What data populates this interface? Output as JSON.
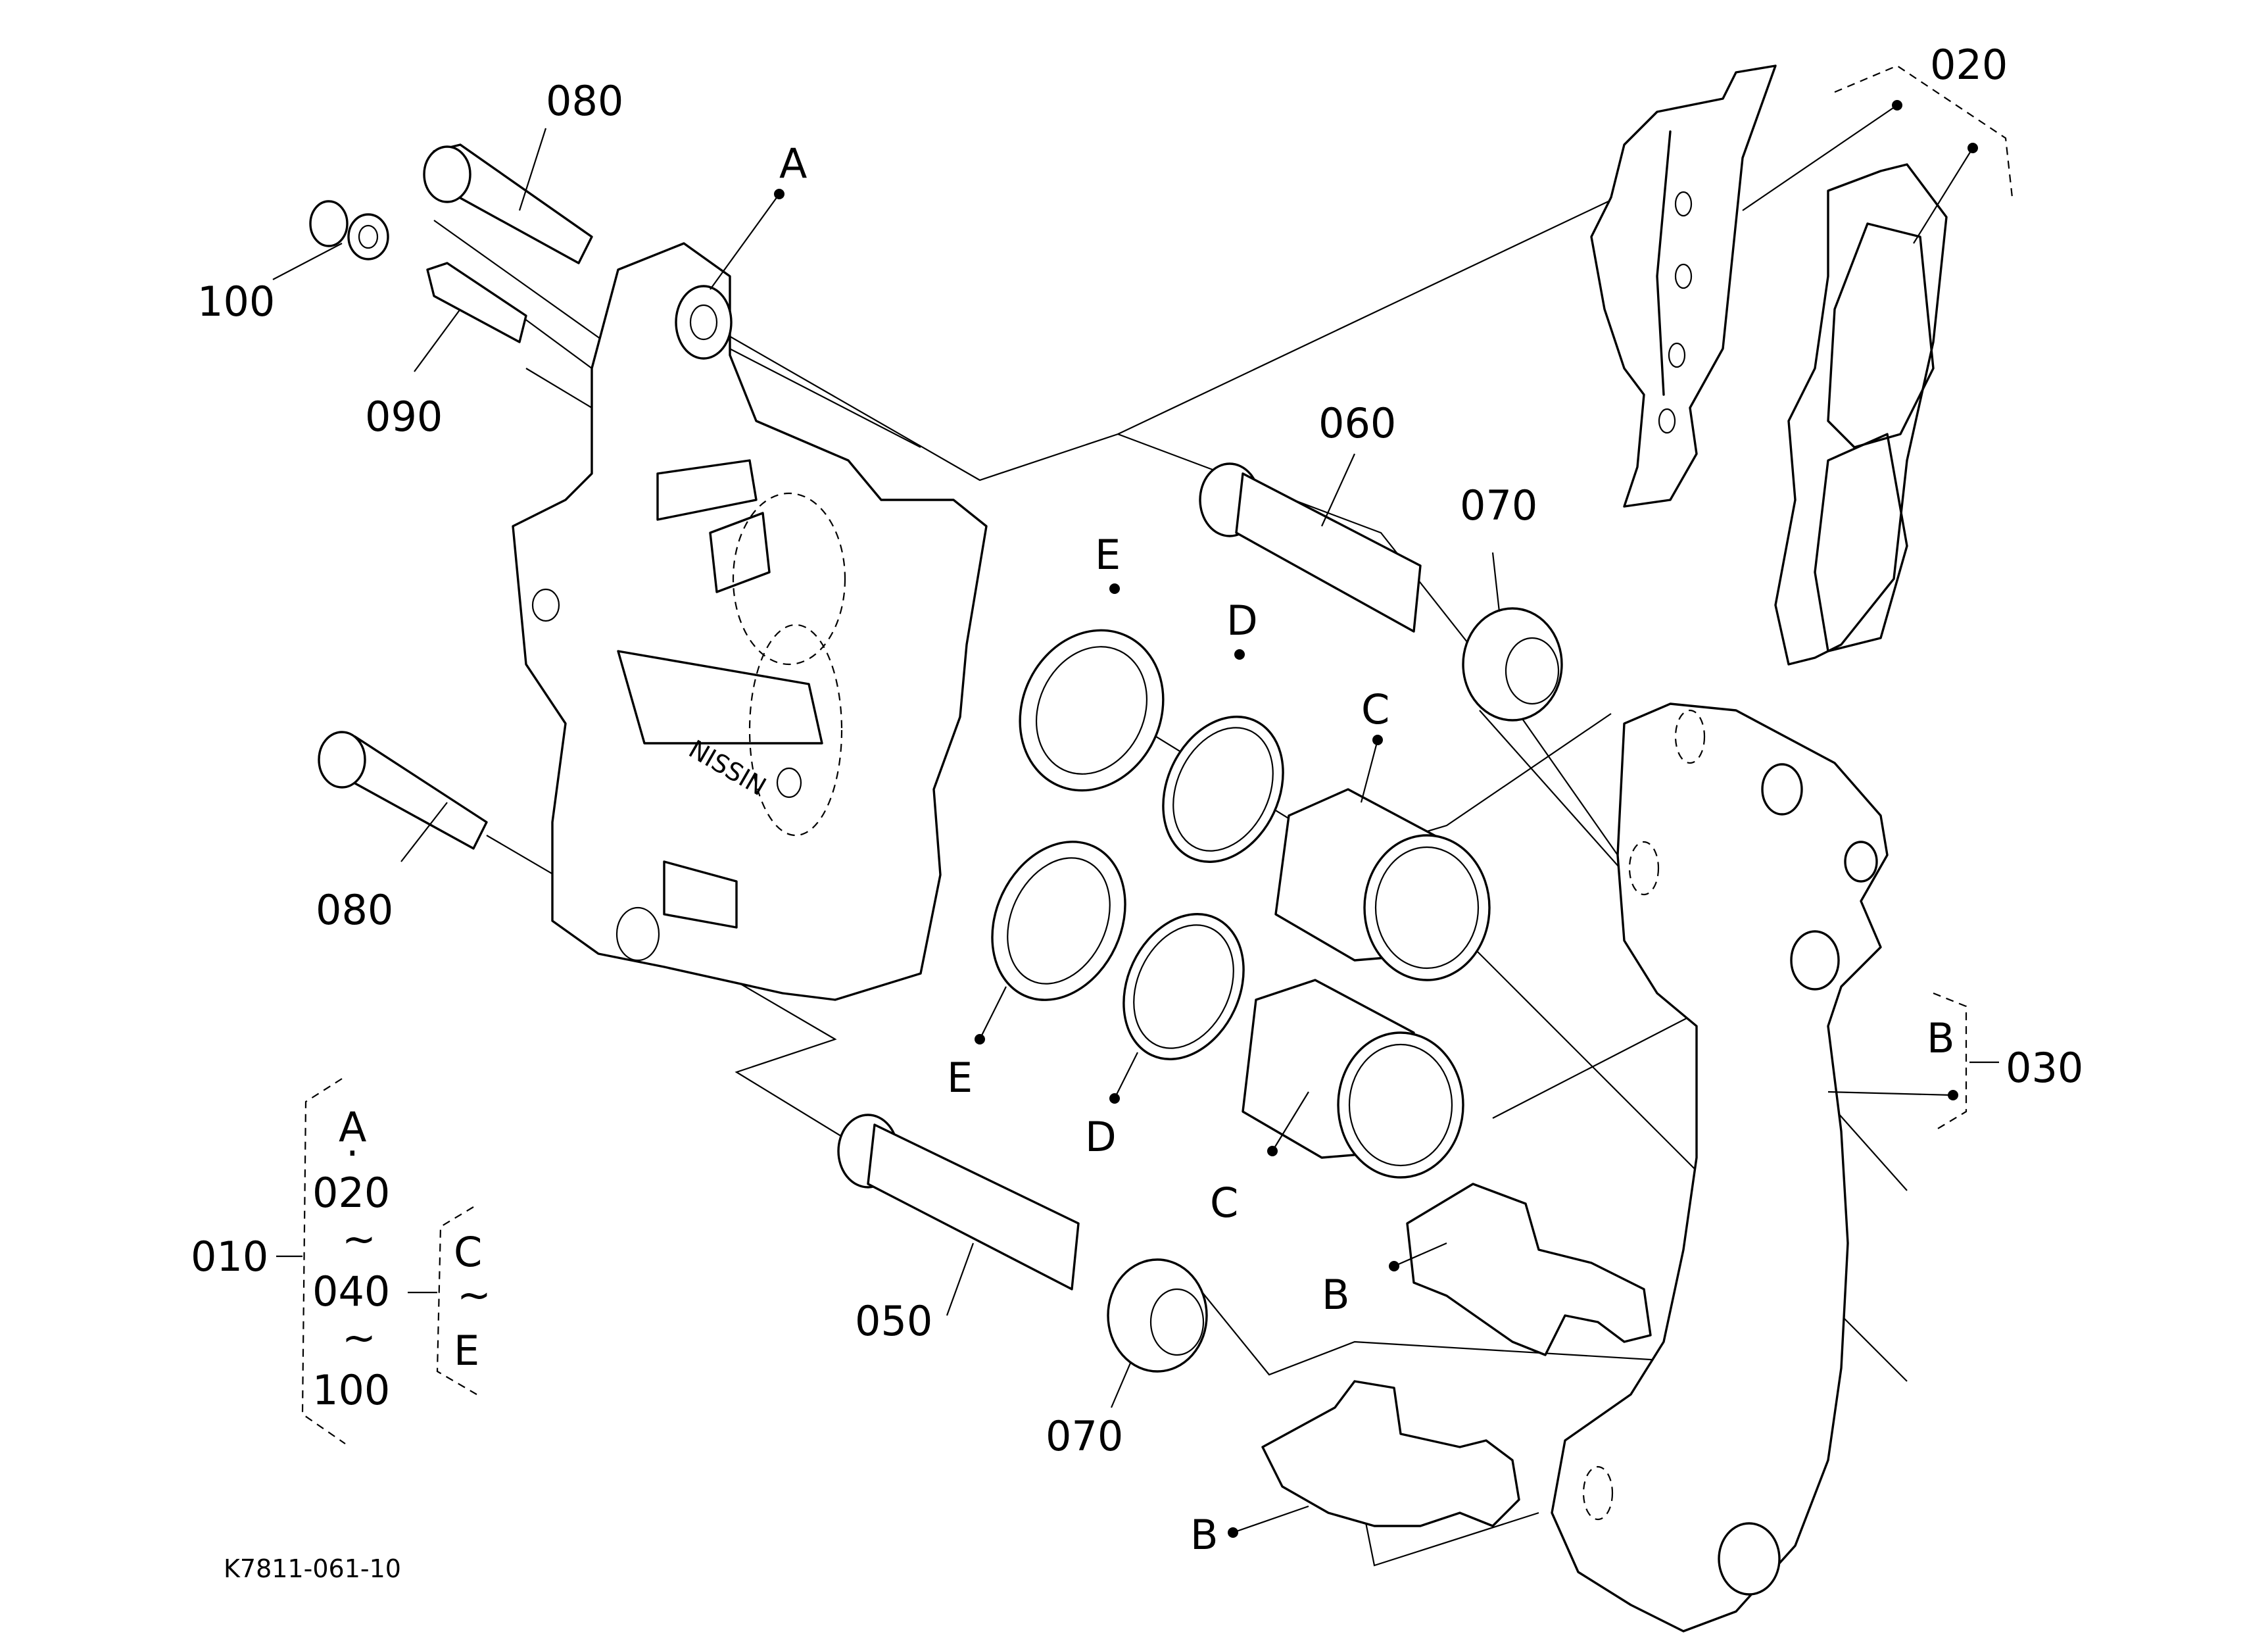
{
  "diagram": {
    "callouts": {
      "p080_top": "080",
      "p100": "100",
      "p090": "090",
      "pA": "A",
      "p020": "020",
      "p060": "060",
      "p070_top": "070",
      "pE_top": "E",
      "pD_top": "D",
      "pC_top": "C",
      "p080_mid": "080",
      "pE_bot": "E",
      "pD_bot": "D",
      "pC_bot": "C",
      "pB_right": "B",
      "p030": "030",
      "pB_clip1": "B",
      "p050": "050",
      "p070_bot": "070",
      "pB_clip2": "B"
    },
    "caliper_logo": "NISSIN",
    "legend": {
      "main": "010",
      "a": "A",
      "dot": "·",
      "start": "020",
      "tilde1": "~",
      "mid": "040",
      "tilde2": "~",
      "end": "100",
      "sub_c": "C",
      "sub_tilde": "~",
      "sub_e": "E"
    },
    "figure_code": "K7811-061-10"
  }
}
